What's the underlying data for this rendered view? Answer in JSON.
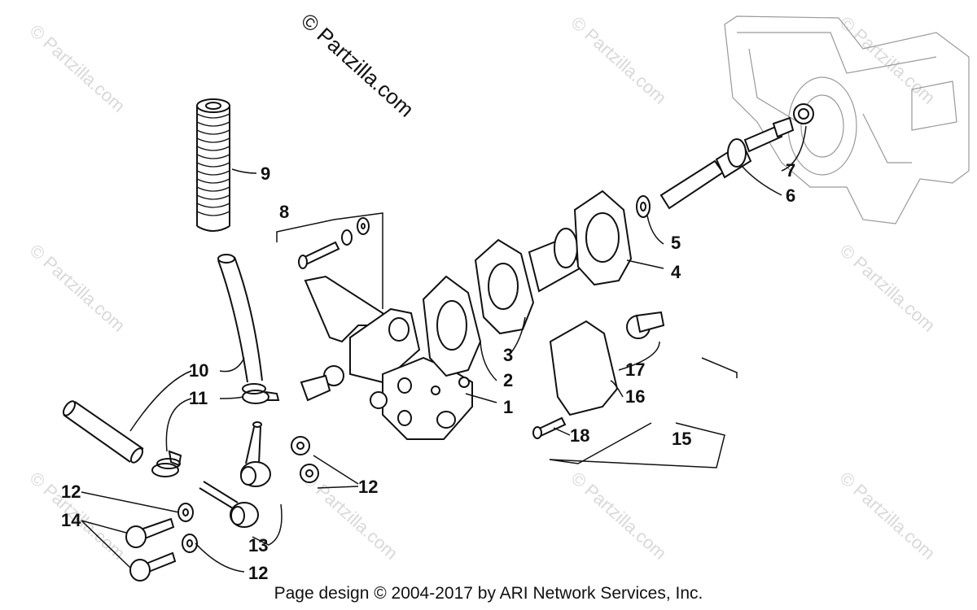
{
  "watermark": {
    "main": "© Partzilla.com",
    "tile": "© Partzilla.com"
  },
  "callouts": {
    "c1": "1",
    "c2": "2",
    "c3": "3",
    "c4": "4",
    "c5": "5",
    "c6": "6",
    "c7": "7",
    "c8": "8",
    "c9": "9",
    "c10": "10",
    "c11": "11",
    "c12a": "12",
    "c12b": "12",
    "c12c": "12",
    "c13": "13",
    "c14": "14",
    "c15": "15",
    "c16": "16",
    "c17": "17",
    "c18": "18"
  },
  "footer": "Page design © 2004-2017 by ARI Network Services, Inc."
}
